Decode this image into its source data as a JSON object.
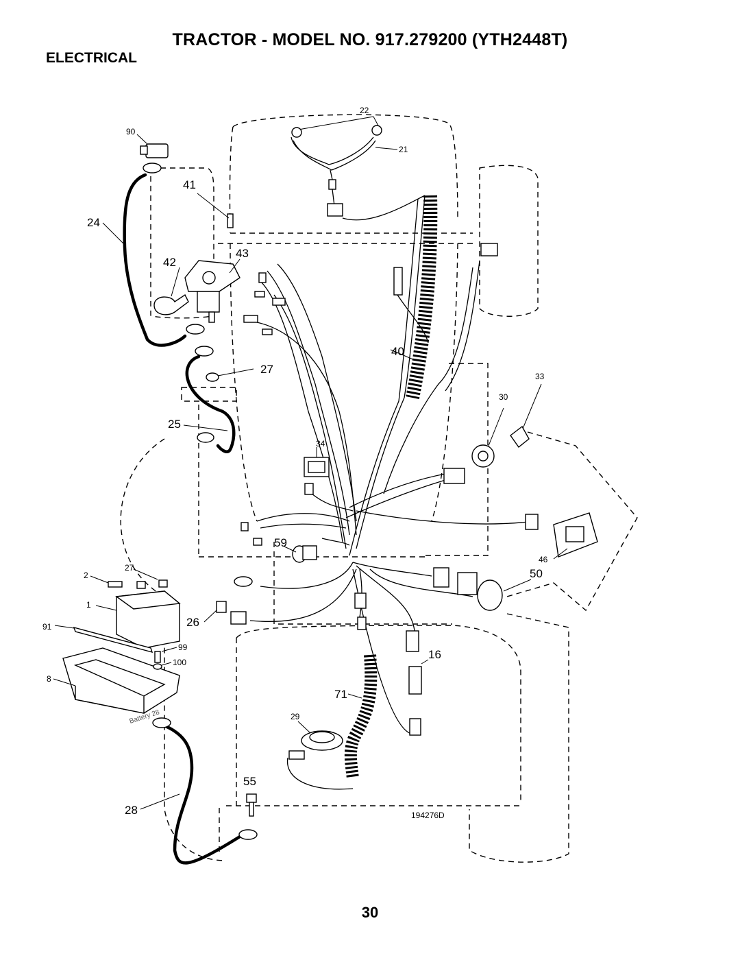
{
  "header": {
    "title": "TRACTOR - MODEL NO. 917.279200 (YTH2448T)",
    "section": "ELECTRICAL"
  },
  "drawing_number": "194276D",
  "page_number": "30",
  "battery_label": "Battery 28",
  "callouts": {
    "c1": "1",
    "c2": "2",
    "c8": "8",
    "c16": "16",
    "c21": "21",
    "c22": "22",
    "c24": "24",
    "c25": "25",
    "c26": "26",
    "c27a": "27",
    "c27b": "27",
    "c28": "28",
    "c29": "29",
    "c30": "30",
    "c33": "33",
    "c34": "34",
    "c40": "40",
    "c41": "41",
    "c42": "42",
    "c43": "43",
    "c46": "46",
    "c50": "50",
    "c55": "55",
    "c59": "59",
    "c71": "71",
    "c90": "90",
    "c91": "91",
    "c99": "99",
    "c100": "100"
  },
  "colors": {
    "ink": "#000000",
    "paper": "#ffffff"
  }
}
